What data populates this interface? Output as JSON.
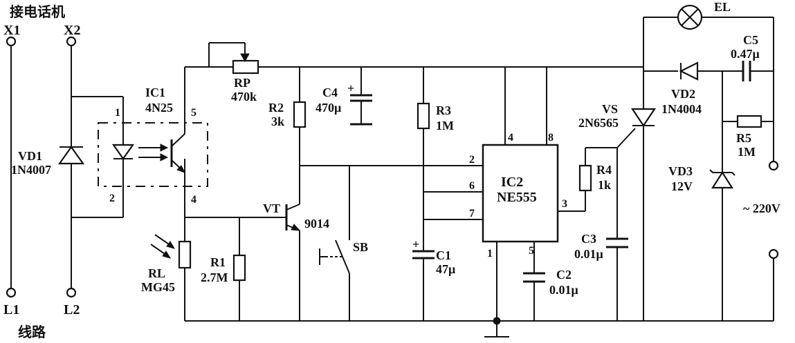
{
  "title_phone": "接电话机",
  "title_line": "线路",
  "terminals": {
    "x1": "X1",
    "x2": "X2",
    "l1": "L1",
    "l2": "L2"
  },
  "vd1": {
    "name": "VD1",
    "part": "1N4007"
  },
  "ic1": {
    "name": "IC1",
    "part": "4N25",
    "pin1": "1",
    "pin2": "2",
    "pin4": "4",
    "pin5": "5"
  },
  "rp": {
    "name": "RP",
    "value": "470k"
  },
  "r2": {
    "name": "R2",
    "value": "3k"
  },
  "c4": {
    "name": "C4",
    "value": "470μ",
    "polarity": "+"
  },
  "r3": {
    "name": "R3",
    "value": "1M"
  },
  "ic2": {
    "name": "IC2",
    "part": "NE555",
    "pin1": "1",
    "pin2": "2",
    "pin3": "3",
    "pin4": "4",
    "pin5": "5",
    "pin6": "6",
    "pin7": "7",
    "pin8": "8"
  },
  "vt": {
    "name": "VT",
    "part": "9014"
  },
  "rl": {
    "name": "RL",
    "part": "MG45"
  },
  "r1": {
    "name": "R1",
    "value": "2.7M"
  },
  "sb": {
    "name": "SB"
  },
  "c1": {
    "name": "C1",
    "value": "47μ",
    "polarity": "+"
  },
  "c2": {
    "name": "C2",
    "value": "0.01μ"
  },
  "c3": {
    "name": "C3",
    "value": "0.01μ"
  },
  "r4": {
    "name": "R4",
    "value": "1k"
  },
  "vs": {
    "name": "VS",
    "part": "2N6565"
  },
  "el": {
    "name": "EL"
  },
  "c5": {
    "name": "C5",
    "value": "0.47μ"
  },
  "vd2": {
    "name": "VD2",
    "part": "1N4004"
  },
  "r5": {
    "name": "R5",
    "value": "1M"
  },
  "vd3": {
    "name": "VD3",
    "value": "12V"
  },
  "mains": {
    "label": "~ 220V"
  }
}
